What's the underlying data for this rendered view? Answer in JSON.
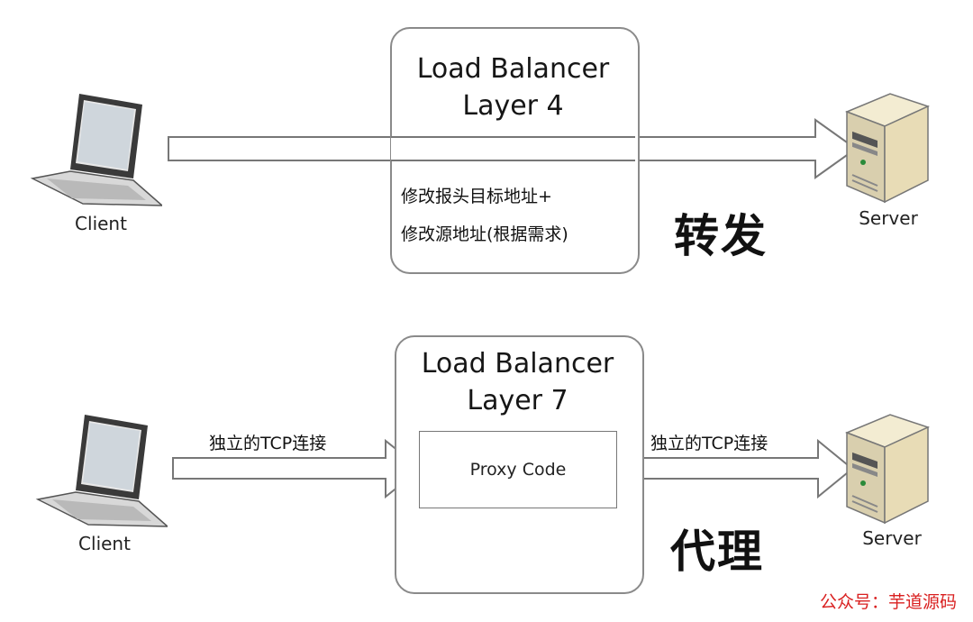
{
  "layer4": {
    "title_line1": "Load Balancer",
    "title_line2": "Layer 4",
    "note_line1": "修改报头目标地址+",
    "note_line2": "修改源地址(根据需求)",
    "action": "转发"
  },
  "layer7": {
    "title_line1": "Load Balancer",
    "title_line2": "Layer 7",
    "proxy_label": "Proxy Code",
    "left_connection": "独立的TCP连接",
    "right_connection": "独立的TCP连接",
    "action": "代理"
  },
  "devices": {
    "client_label": "Client",
    "server_label": "Server"
  },
  "footer": {
    "watermark": "公众号：芋道源码"
  },
  "icons": [
    "laptop-icon",
    "server-icon",
    "arrow-icon"
  ]
}
